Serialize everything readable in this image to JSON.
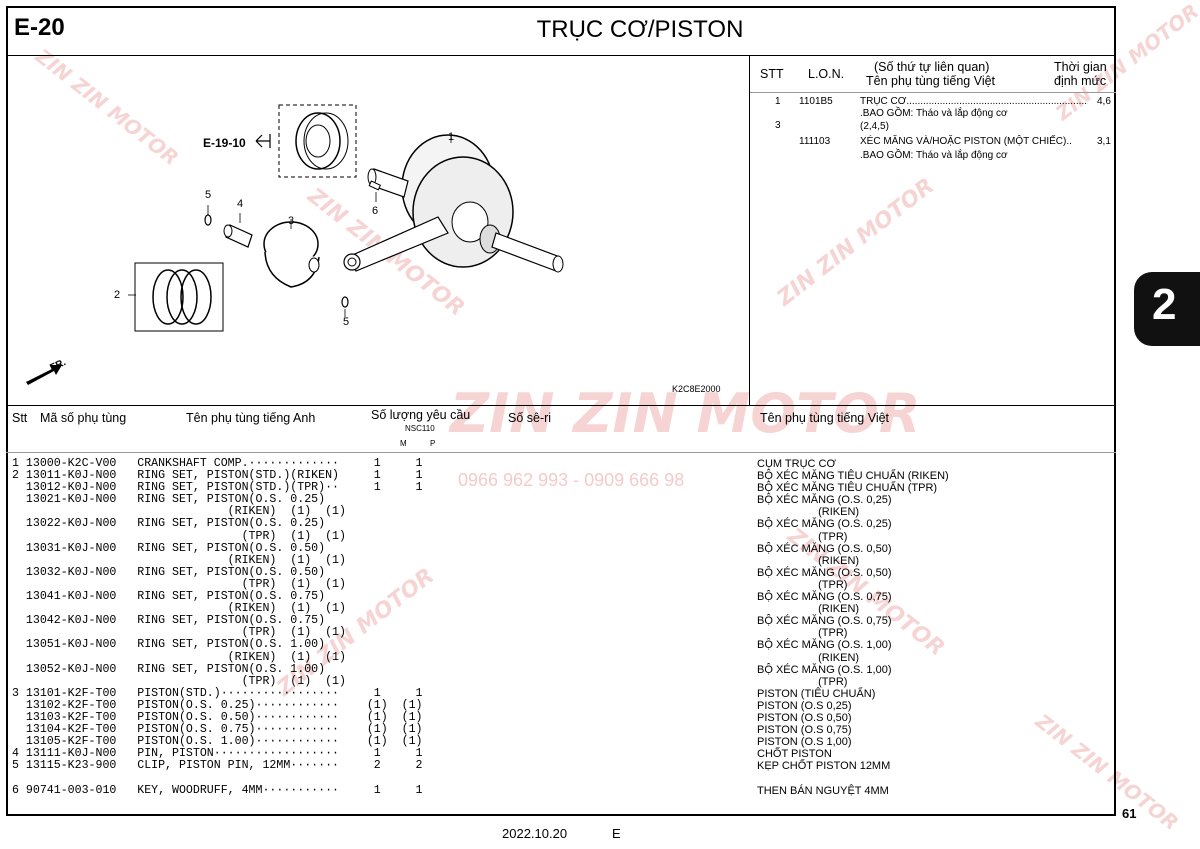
{
  "header": {
    "code": "E-20",
    "title": "TRỤC CƠ/PISTON"
  },
  "tab_label": "2",
  "page_number": "61",
  "footer": {
    "date": "2022.10.20",
    "letter": "E"
  },
  "diagram": {
    "ref": "E-19-10",
    "direction": "FR.",
    "code": "K2C8E2000",
    "callouts": [
      "1",
      "2",
      "3",
      "4",
      "5",
      "5",
      "6"
    ]
  },
  "right_table": {
    "headers": {
      "stt": "STT",
      "lon": "L.O.N.",
      "related": "(Số thứ tự liên quan)",
      "name_vn": "Tên phụ tùng tiếng Việt",
      "time_1": "Thời gian",
      "time_2": "định mức"
    },
    "rows": [
      {
        "stt": "1",
        "lon": "1101B5",
        "name": "TRỤC CƠ.........................................................................",
        "time": "4,6"
      },
      {
        "stt": "",
        "lon": "",
        "name": ".BAO GỒM: Tháo và lắp động cơ",
        "time": ""
      },
      {
        "stt": "3",
        "lon": "",
        "name": "(2,4,5)",
        "time": ""
      },
      {
        "stt": "",
        "lon": "111103",
        "name": "XÉC MĂNG VÀ/HOẶC PISTON (MỘT CHIẾC)..",
        "time": "3,1"
      },
      {
        "stt": "",
        "lon": "",
        "name": ".BAO GỒM: Tháo và lắp động cơ",
        "time": ""
      }
    ]
  },
  "parts_header": {
    "stt": "Stt",
    "part_no": "Mã số phụ tùng",
    "name_en": "Tên phụ tùng tiếng Anh",
    "qty": "Số lượng yêu cầu",
    "model": "NSC110",
    "m": "M",
    "p": "P",
    "serial": "Số sê-ri",
    "name_vn": "Tên phụ tùng tiếng Việt"
  },
  "parts_en_text": "1 13000-K2C-V00   CRANKSHAFT COMP.·············     1     1\n2 13011-K0J-N00   RING SET, PISTON(STD.)(RIKEN)     1     1\n  13012-K0J-N00   RING SET, PISTON(STD.)(TPR)··     1     1\n  13021-K0J-N00   RING SET, PISTON(O.S. 0.25)\n                               (RIKEN)  (1)  (1)\n  13022-K0J-N00   RING SET, PISTON(O.S. 0.25)\n                                 (TPR)  (1)  (1)\n  13031-K0J-N00   RING SET, PISTON(O.S. 0.50)\n                               (RIKEN)  (1)  (1)\n  13032-K0J-N00   RING SET, PISTON(O.S. 0.50)\n                                 (TPR)  (1)  (1)\n  13041-K0J-N00   RING SET, PISTON(O.S. 0.75)\n                               (RIKEN)  (1)  (1)\n  13042-K0J-N00   RING SET, PISTON(O.S. 0.75)\n                                 (TPR)  (1)  (1)\n  13051-K0J-N00   RING SET, PISTON(O.S. 1.00)\n                               (RIKEN)  (1)  (1)\n  13052-K0J-N00   RING SET, PISTON(O.S. 1.00)\n                                 (TPR)  (1)  (1)\n3 13101-K2F-T00   PISTON(STD.)·················     1     1\n  13102-K2F-T00   PISTON(O.S. 0.25)············    (1)  (1)\n  13103-K2F-T00   PISTON(O.S. 0.50)············    (1)  (1)\n  13104-K2F-T00   PISTON(O.S. 0.75)············    (1)  (1)\n  13105-K2F-T00   PISTON(O.S. 1.00)············    (1)  (1)\n4 13111-K0J-N00   PIN, PISTON··················     1     1\n5 13115-K23-900   CLIP, PISTON PIN, 12MM·······     2     2\n\n6 90741-003-010   KEY, WOODRUFF, 4MM···········     1     1",
  "parts_vn_text": "CỤM TRỤC CƠ\nBỘ XÉC MĂNG TIÊU CHUẨN (RIKEN)\nBỘ XÉC MĂNG TIÊU CHUẨN (TPR)\nBỘ XÉC MĂNG (O.S. 0,25)\n                    (RIKEN)\nBỘ XÉC MĂNG (O.S. 0,25)\n                    (TPR)\nBỘ XÉC MĂNG (O.S. 0,50)\n                    (RIKEN)\nBỘ XÉC MĂNG (O.S. 0,50)\n                    (TPR)\nBỘ XÉC MĂNG (O.S. 0,75)\n                    (RIKEN)\nBỘ XÉC MĂNG (O.S. 0,75)\n                    (TPR)\nBỘ XÉC MĂNG (O.S. 1,00)\n                    (RIKEN)\nBỘ XÉC MĂNG (O.S. 1,00)\n                    (TPR)\nPISTON (TIÊU CHUẨN)\nPISTON (O.S 0,25)\nPISTON (O.S 0,50)\nPISTON (O.S 0,75)\nPISTON (O.S 1,00)\nCHỐT PISTON\nKẸP CHỐT PISTON 12MM\n\nTHEN BÁN NGUYỆT 4MM",
  "watermark": {
    "brand": "ZIN ZIN MOTOR",
    "phone": "0966 962 993 - 0909 666 98"
  }
}
